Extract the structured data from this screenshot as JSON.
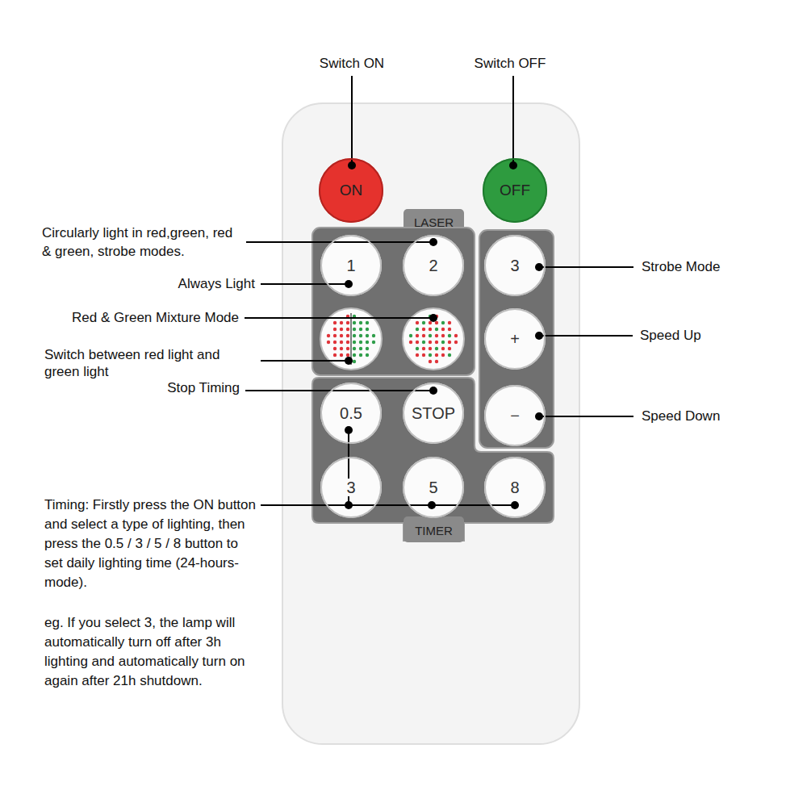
{
  "diagram": {
    "nodes": [
      {
        "text": [
          "ON"
        ]
      },
      {
        "text": [
          "OFF"
        ]
      },
      {
        "text": [
          "1"
        ]
      },
      {
        "text": [
          "2"
        ]
      },
      {
        "text": [
          "3"
        ]
      },
      {
        "text": [
          "+"
        ]
      },
      {
        "text": [
          "0.5"
        ]
      },
      {
        "text": [
          "STOP"
        ]
      },
      {
        "text": [
          "−"
        ]
      },
      {
        "text": [
          "3"
        ]
      },
      {
        "text": [
          "5"
        ]
      },
      {
        "text": [
          "8"
        ]
      }
    ],
    "labels": [
      "Switch ON",
      "Switch OFF",
      "LASER",
      "Circularly light in red,green, red & green, strobe modes.",
      "Always Light",
      "Strobe Mode",
      "Red & Green Mixture Mode",
      "Speed Up",
      "Switch between red light and green light",
      "Stop Timing",
      "Speed Down",
      "Timing: Firstly press the ON button and select a type of lighting, then press the 0.5 / 3 / 5 / 8 button to set daily lighting time (24-hours-mode).",
      "TIMER",
      "eg. If you select 3, the lamp will automatically turn off after 3h lighting and automatically turn on again after 21h shutdown."
    ]
  }
}
